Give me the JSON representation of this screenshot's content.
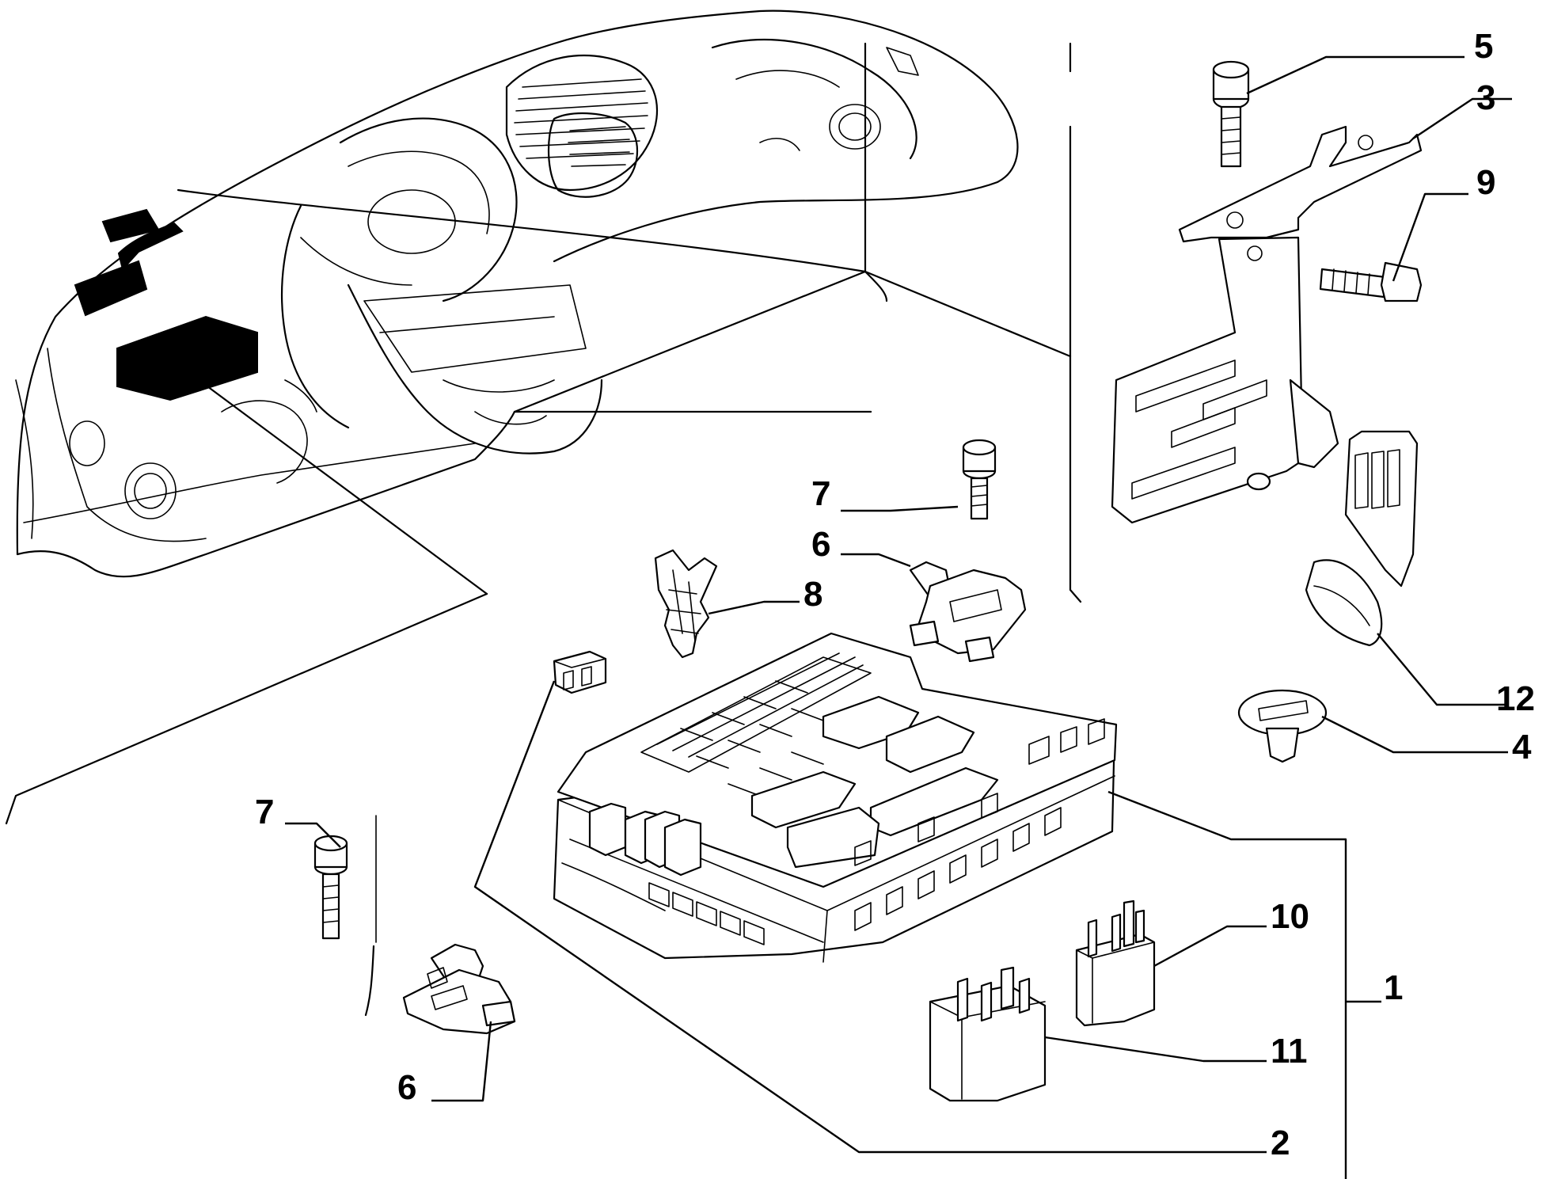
{
  "callouts": {
    "c1": "1",
    "c2": "2",
    "c3": "3",
    "c4": "4",
    "c5": "5",
    "c6_top": "6",
    "c6_bottom": "6",
    "c7_top": "7",
    "c7_bottom": "7",
    "c8": "8",
    "c9": "9",
    "c10": "10",
    "c11": "11",
    "c12": "12"
  },
  "parts": {
    "highlight_color": "#000000",
    "line_color": "#000000",
    "background": "#ffffff"
  }
}
